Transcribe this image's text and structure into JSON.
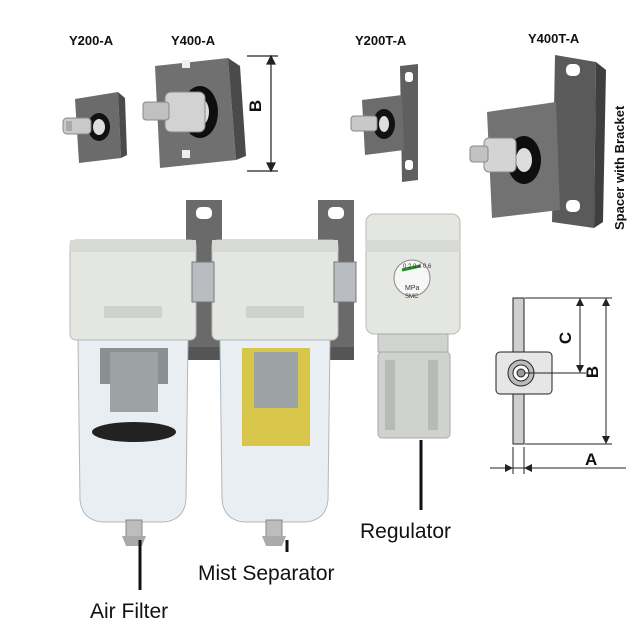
{
  "products": [
    {
      "label": "Y200-A"
    },
    {
      "label": "Y400-A"
    },
    {
      "label": "Y200T-A"
    },
    {
      "label": "Y400T-A"
    }
  ],
  "bracket_caption": "Spacer with Bracket",
  "dimensions": {
    "a": "A",
    "b": "B",
    "c": "C"
  },
  "callouts": {
    "regulator": "Regulator",
    "mist_separator": "Mist Separator",
    "air_filter": "Air Filter"
  },
  "gauge": {
    "scale": "0.2 0.4 0.6",
    "unit": "MPa",
    "brand": "SMC"
  },
  "colors": {
    "body": "#e4e6e2",
    "bracket": "#6e6e6e",
    "bowl": "#e9eef2",
    "element": "#d8c64a"
  }
}
